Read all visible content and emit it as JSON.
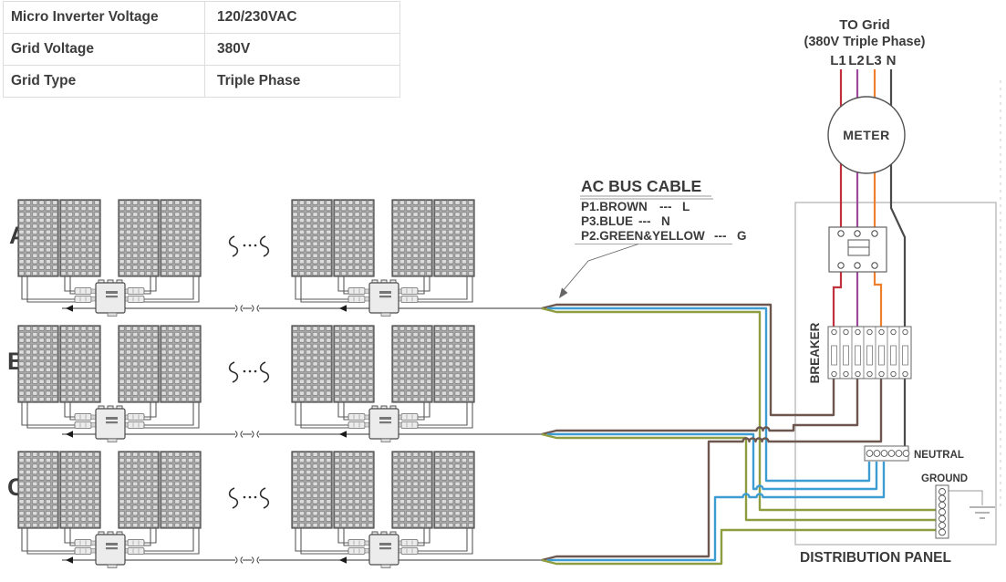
{
  "spec_table": {
    "rows": [
      {
        "label": "Micro Inverter Voltage",
        "value": "120/230VAC"
      },
      {
        "label": "Grid  Voltage",
        "value": "380V"
      },
      {
        "label": "Grid Type",
        "value": "Triple Phase"
      }
    ]
  },
  "legend": {
    "title": "AC BUS CABLE",
    "entries": [
      {
        "code": "P1.BROWN",
        "dash": "---",
        "target": "L",
        "dash_color": "#d2823a"
      },
      {
        "code": "P3.BLUE",
        "dash": "---",
        "target": "N",
        "dash_color": "#c0392b"
      },
      {
        "code": "P2.GREEN&YELLOW",
        "dash": "---",
        "target": "G",
        "dash_color": "#c0392b"
      }
    ]
  },
  "grid_connection": {
    "title_line1": "TO Grid",
    "title_line2": "(380V Triple Phase)",
    "phase_labels": [
      "L1",
      "L2",
      "L3",
      "N"
    ]
  },
  "distribution_panel": {
    "meter_label": "METER",
    "breaker_label": "BREAKER",
    "neutral_label": "NEUTRAL",
    "ground_label": "GROUND",
    "panel_label": "DISTRIBUTION PANEL"
  },
  "pv_rows": [
    {
      "label": "A"
    },
    {
      "label": "B"
    },
    {
      "label": "C"
    }
  ],
  "wire_colors": {
    "l1_red": "#c0313d",
    "l2_purple": "#9c4a9c",
    "l3_orange": "#ee7f2d",
    "neutral_dark": "#4a4a4a",
    "ac_bus_brown_l": "#6d564e",
    "ac_bus_blue_n": "#3d9dd3",
    "ac_bus_green_yellow_g": "#8d9d3f"
  }
}
